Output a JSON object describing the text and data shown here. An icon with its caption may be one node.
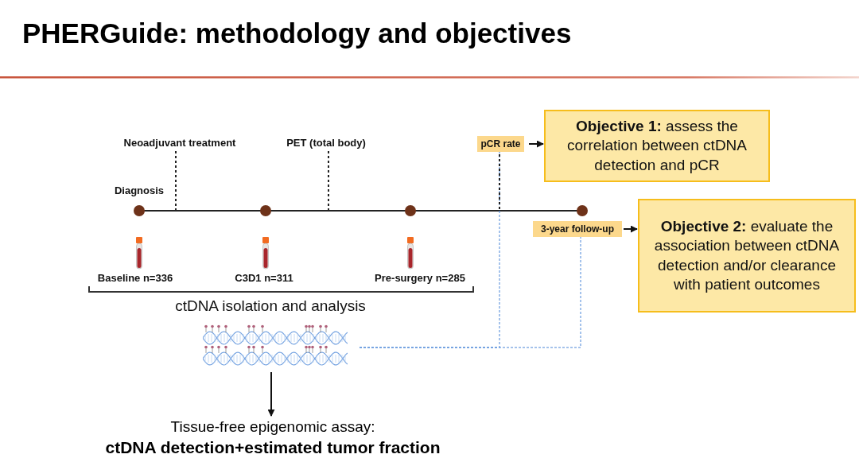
{
  "diagram": {
    "title": "PHERGuide: methodology and objectives",
    "nodes": [
      {
        "text": [
          "pCR rate"
        ]
      },
      {
        "text": [
          "**Objective 1:** assess the correlation between ctDNA detection and pCR"
        ]
      },
      {
        "text": [
          "3-year follow-up"
        ]
      },
      {
        "text": [
          "**Objective 2:** evaluate the association between ctDNA detection and/or clearance with patient outcomes"
        ]
      },
      {
        "text": [],
        "shape": "picture"
      },
      {
        "text": [
          "Tissue-free epigenomic assay:",
          "ctDNA detection+estimated tumor fraction"
        ]
      }
    ],
    "edges": [
      {
        "from": 0,
        "to": 1,
        "arrow": "to"
      },
      {
        "from": 2,
        "to": 3,
        "arrow": "to"
      },
      {
        "from": 4,
        "to": 5,
        "arrow": "to"
      },
      {
        "from": 4,
        "to": 0,
        "arrow": "none",
        "style": "dashed",
        "color": "#4a86d8"
      },
      {
        "from": 4,
        "to": 2,
        "arrow": "none",
        "style": "dashed",
        "color": "#4a86d8"
      }
    ],
    "labels": [
      "Neoadjuvant treatment",
      "PET (total body)",
      "Diagnosis",
      "Baseline n=336",
      "C3D1 n=311",
      "Pre-surgery n=285",
      "ctDNA isolation and analysis"
    ]
  }
}
